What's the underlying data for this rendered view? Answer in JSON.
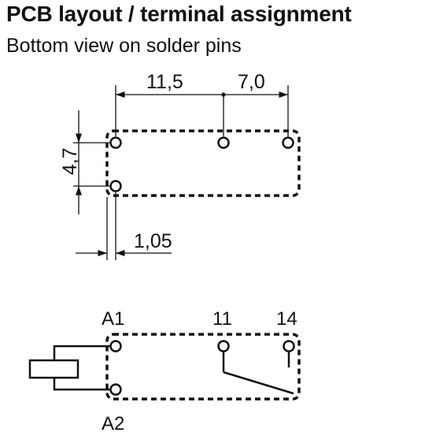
{
  "header": {
    "title": "PCB layout / terminal assignment",
    "subtitle": "Bottom view on solder pins"
  },
  "layout_diagram": {
    "dim_width_1": "11,5",
    "dim_width_2": "7,0",
    "dim_height": "4,7",
    "dim_offset": "1,05"
  },
  "schematic": {
    "pin_a1": "A1",
    "pin_a2": "A2",
    "pin_11": "11",
    "pin_14": "14"
  }
}
